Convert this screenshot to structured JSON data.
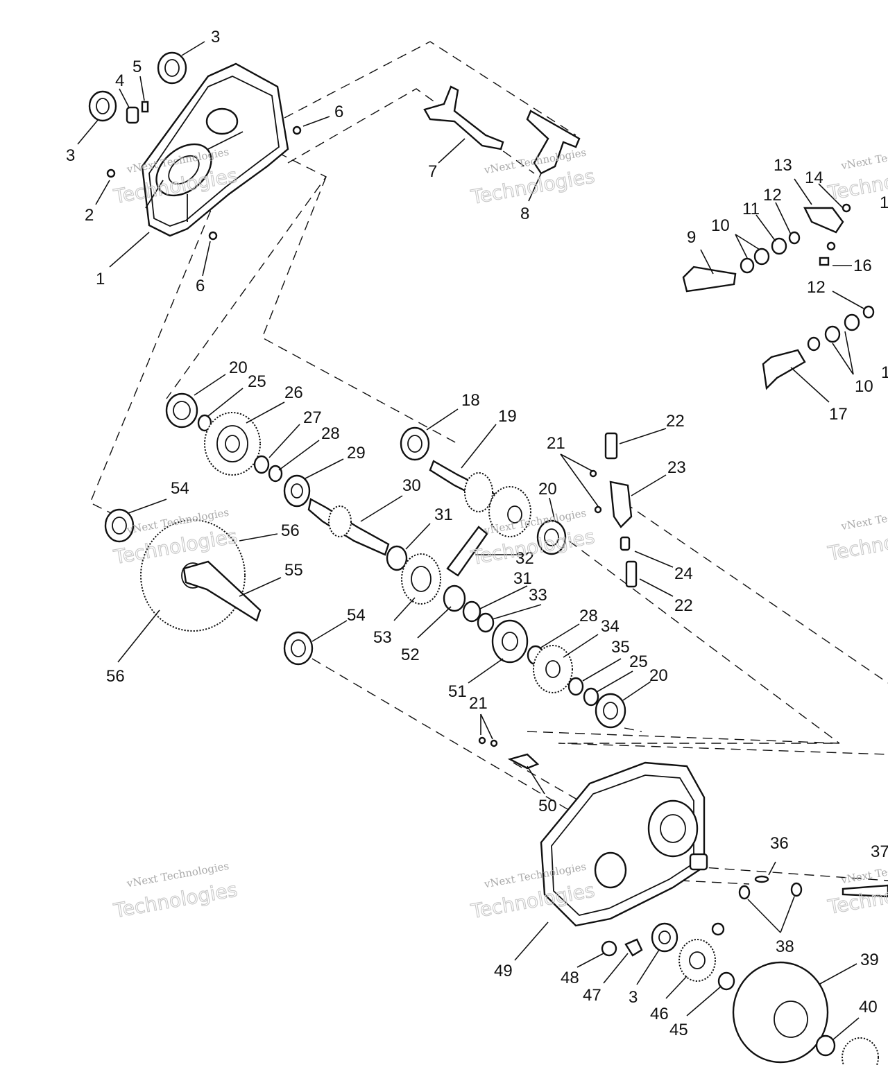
{
  "callouts": [
    {
      "id": "c3a",
      "text": "3"
    },
    {
      "id": "c5",
      "text": "5"
    },
    {
      "id": "c4",
      "text": "4"
    },
    {
      "id": "c6a",
      "text": "6"
    },
    {
      "id": "c3b",
      "text": "3"
    },
    {
      "id": "c2",
      "text": "2"
    },
    {
      "id": "c1",
      "text": "1"
    },
    {
      "id": "c6b",
      "text": "6"
    },
    {
      "id": "c7",
      "text": "7"
    },
    {
      "id": "c8",
      "text": "8"
    },
    {
      "id": "c13",
      "text": "13"
    },
    {
      "id": "c14",
      "text": "14"
    },
    {
      "id": "c1r",
      "text": "1"
    },
    {
      "id": "c12a",
      "text": "12"
    },
    {
      "id": "c11",
      "text": "11"
    },
    {
      "id": "c10a",
      "text": "10"
    },
    {
      "id": "c9",
      "text": "9"
    },
    {
      "id": "c16",
      "text": "16"
    },
    {
      "id": "c12b",
      "text": "12"
    },
    {
      "id": "c1s",
      "text": "1"
    },
    {
      "id": "c10b",
      "text": "10"
    },
    {
      "id": "c17",
      "text": "17"
    },
    {
      "id": "c20a",
      "text": "20"
    },
    {
      "id": "c25a",
      "text": "25"
    },
    {
      "id": "c26",
      "text": "26"
    },
    {
      "id": "c27",
      "text": "27"
    },
    {
      "id": "c28a",
      "text": "28"
    },
    {
      "id": "c29",
      "text": "29"
    },
    {
      "id": "c18",
      "text": "18"
    },
    {
      "id": "c19",
      "text": "19"
    },
    {
      "id": "c22a",
      "text": "22"
    },
    {
      "id": "c21a",
      "text": "21"
    },
    {
      "id": "c23",
      "text": "23"
    },
    {
      "id": "c20b",
      "text": "20"
    },
    {
      "id": "c30",
      "text": "30"
    },
    {
      "id": "c31a",
      "text": "31"
    },
    {
      "id": "c54a",
      "text": "54"
    },
    {
      "id": "c56a",
      "text": "56"
    },
    {
      "id": "c55",
      "text": "55"
    },
    {
      "id": "c32",
      "text": "32"
    },
    {
      "id": "c24",
      "text": "24"
    },
    {
      "id": "c31b",
      "text": "31"
    },
    {
      "id": "c33",
      "text": "33"
    },
    {
      "id": "c22b",
      "text": "22"
    },
    {
      "id": "c54b",
      "text": "54"
    },
    {
      "id": "c53",
      "text": "53"
    },
    {
      "id": "c52",
      "text": "52"
    },
    {
      "id": "c28b",
      "text": "28"
    },
    {
      "id": "c34",
      "text": "34"
    },
    {
      "id": "c35",
      "text": "35"
    },
    {
      "id": "c25b",
      "text": "25"
    },
    {
      "id": "c20c",
      "text": "20"
    },
    {
      "id": "c56b",
      "text": "56"
    },
    {
      "id": "c51",
      "text": "51"
    },
    {
      "id": "c21b",
      "text": "21"
    },
    {
      "id": "c50",
      "text": "50"
    },
    {
      "id": "c36",
      "text": "36"
    },
    {
      "id": "c37",
      "text": "37"
    },
    {
      "id": "c38",
      "text": "38"
    },
    {
      "id": "c39",
      "text": "39"
    },
    {
      "id": "c49",
      "text": "49"
    },
    {
      "id": "c48",
      "text": "48"
    },
    {
      "id": "c47",
      "text": "47"
    },
    {
      "id": "c3c",
      "text": "3"
    },
    {
      "id": "c46",
      "text": "46"
    },
    {
      "id": "c45",
      "text": "45"
    },
    {
      "id": "c40",
      "text": "40"
    }
  ],
  "watermark": {
    "line1": "vNext Technologies",
    "line2": "Technologies"
  }
}
